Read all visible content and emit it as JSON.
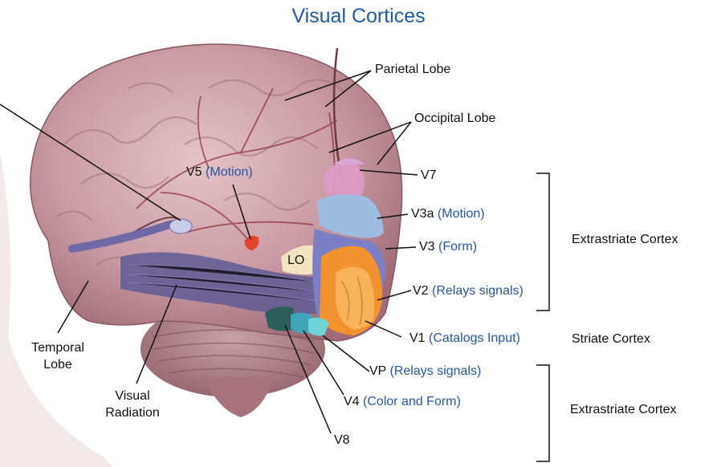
{
  "title": "Visual Cortices",
  "colors": {
    "title": "#1f5aa6",
    "function_text": "#2457a7",
    "label_text": "#111111"
  },
  "labels": {
    "parietal": "Parietal Lobe",
    "occipital": "Occipital Lobe",
    "temporal_line1": "Temporal",
    "temporal_line2": "Lobe",
    "visual_radiation_line1": "Visual",
    "visual_radiation_line2": "Radiation",
    "lo": "LO"
  },
  "areas": [
    {
      "id": "v5",
      "name": "V5",
      "function": "(Motion)"
    },
    {
      "id": "v7",
      "name": "V7",
      "function": ""
    },
    {
      "id": "v3a",
      "name": "V3a",
      "function": "(Motion)"
    },
    {
      "id": "v3",
      "name": "V3",
      "function": "(Form)"
    },
    {
      "id": "v2",
      "name": "V2",
      "function": "(Relays signals)"
    },
    {
      "id": "v1",
      "name": "V1",
      "function": "(Catalogs Input)"
    },
    {
      "id": "vp",
      "name": "VP",
      "function": "(Relays signals)"
    },
    {
      "id": "v4",
      "name": "V4",
      "function": "(Color and Form)"
    },
    {
      "id": "v8",
      "name": "V8",
      "function": ""
    }
  ],
  "groups": {
    "extrastriate_upper": "Extrastriate Cortex",
    "striate": "Striate Cortex",
    "extrastriate_lower": "Extrastriate Cortex"
  }
}
